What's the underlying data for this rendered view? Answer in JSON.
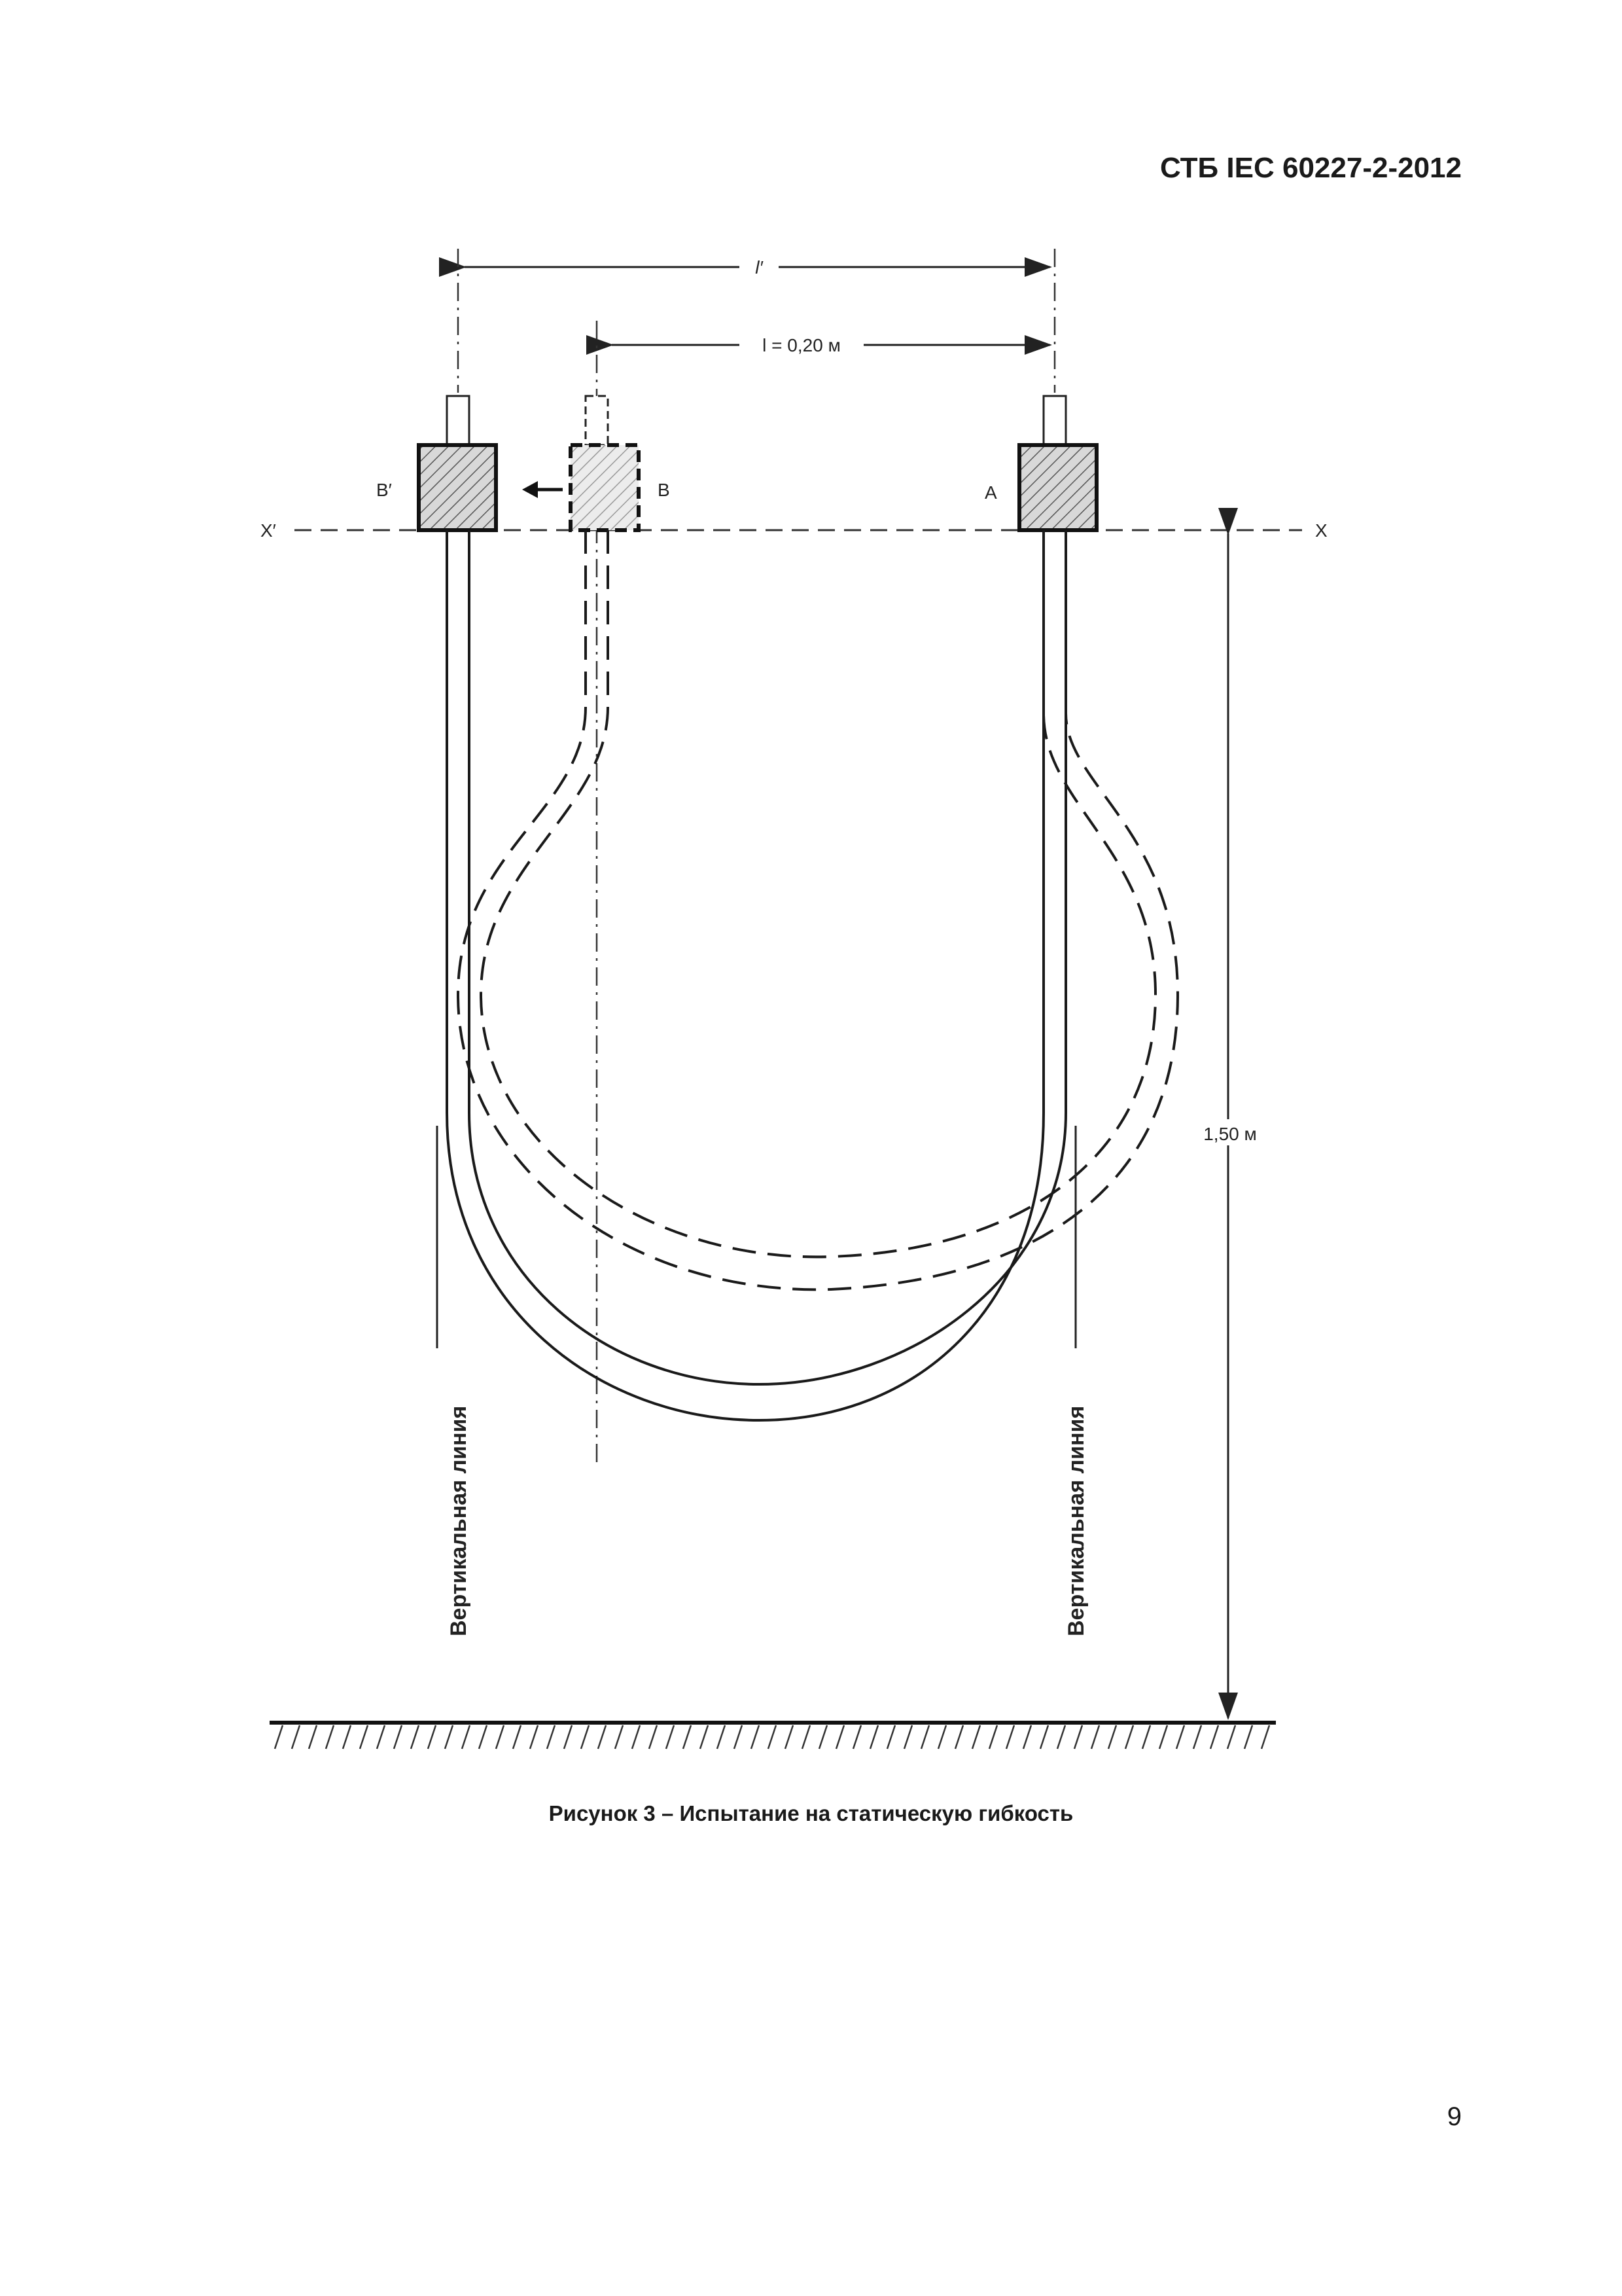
{
  "document": {
    "standard_code": "СТБ IEC 60227-2-2012",
    "page_number": "9",
    "caption": "Рисунок 3 – Испытание на статическую гибкость"
  },
  "figure": {
    "dim_l_prime": "l′",
    "dim_l": "l = 0,20 м",
    "dim_height": "1,50 м",
    "label_b_prime": "B′",
    "label_b": "B",
    "label_a": "A",
    "label_x_prime": "X′",
    "label_x": "X",
    "vertical_line_left": "Вертикальная линия",
    "vertical_line_right": "Вертикальная линия"
  }
}
